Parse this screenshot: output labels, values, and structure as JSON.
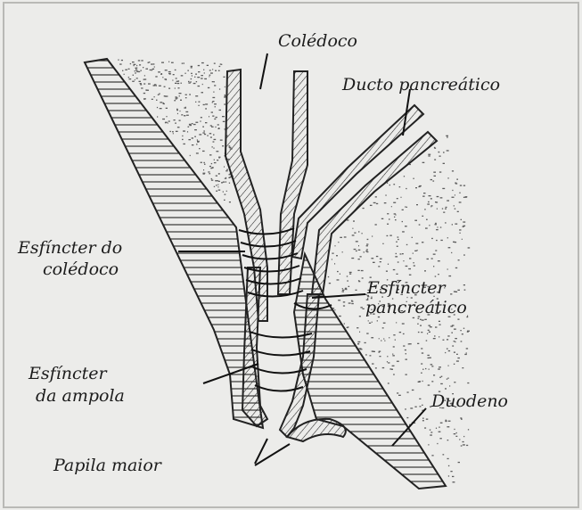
{
  "labels": {
    "coledoco": "Colédoco",
    "ducto_pancreatico": "Ducto pancreático",
    "esfincter_coledoco_1": "Esfíncter do",
    "esfincter_coledoco_2": "colédoco",
    "esfincter_pancreatico_1": "Esfíncter",
    "esfincter_pancreatico_2": "pancreático",
    "esfincter_ampola_1": "Esfíncter",
    "esfincter_ampola_2": "da ampola",
    "duodeno": "Duodeno",
    "papila_maior": "Papila maior"
  },
  "colors": {
    "background": "#ececea",
    "wall": "#dcdcda",
    "ink": "#1c1c1c",
    "stipple": "#5c5c5c"
  }
}
